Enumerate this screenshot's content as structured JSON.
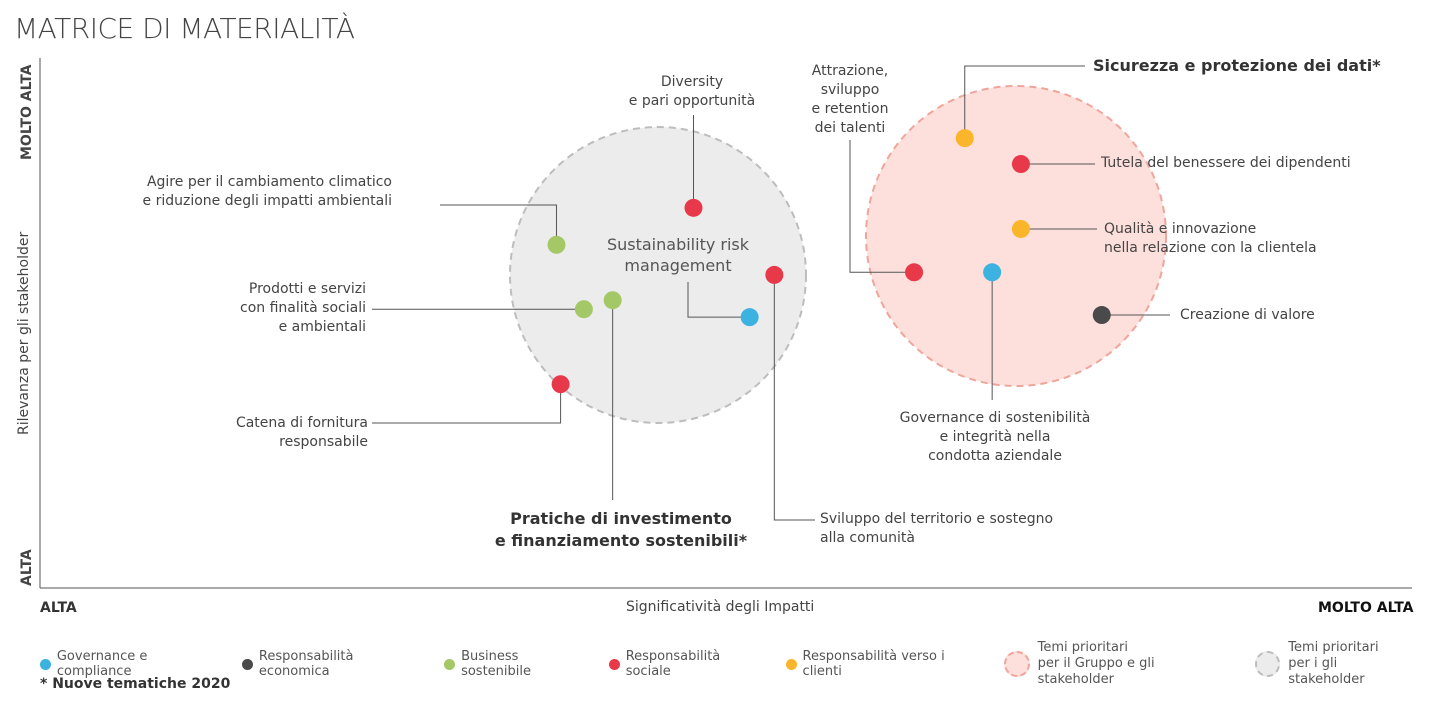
{
  "title": "MATRICE DI MATERIALITÀ",
  "chart_data": {
    "type": "scatter",
    "title": "MATRICE DI MATERIALITÀ",
    "xlabel": "Significatività degli Impatti",
    "ylabel": "Rilevanza per gli stakeholder",
    "x_ticks": [
      "ALTA",
      "MOLTO ALTA"
    ],
    "y_ticks": [
      "ALTA",
      "MOLTO ALTA"
    ],
    "xlim": [
      0,
      100
    ],
    "ylim": [
      0,
      100
    ],
    "grid": false,
    "categories": {
      "governance": {
        "name": "Governance e compliance",
        "color": "#3bb2e0"
      },
      "economica": {
        "name": "Responsabilità economica",
        "color": "#4a4a4a"
      },
      "business": {
        "name": "Business sostenibile",
        "color": "#a5c866"
      },
      "sociale": {
        "name": "Responsabilità sociale",
        "color": "#e8394a"
      },
      "clienti": {
        "name": "Responsabilità verso i clienti",
        "color": "#fbb52b"
      }
    },
    "points": [
      {
        "id": "diversity",
        "label": "Diversity e pari opportunità",
        "category": "sociale",
        "x": 47.7,
        "y": 72.0
      },
      {
        "id": "clima",
        "label": "Agire per il cambiamento climatico e riduzione degli impatti ambientali",
        "category": "business",
        "x": 37.7,
        "y": 65.0
      },
      {
        "id": "territorio",
        "label": "Sviluppo del territorio e sostegno alla comunità",
        "category": "sociale",
        "x": 53.6,
        "y": 59.3
      },
      {
        "id": "investimento",
        "label": "Pratiche di investimento e finanziamento sostenibili*",
        "category": "business",
        "x": 41.8,
        "y": 54.5
      },
      {
        "id": "prodotti",
        "label": "Prodotti e servizi con finalità sociali e ambientali",
        "category": "business",
        "x": 39.7,
        "y": 52.8
      },
      {
        "id": "risk",
        "label": "Sustainability risk management",
        "category": "governance",
        "x": 51.8,
        "y": 51.3
      },
      {
        "id": "catena",
        "label": "Catena di fornitura responsabile",
        "category": "sociale",
        "x": 38.0,
        "y": 38.6
      },
      {
        "id": "sicurezza",
        "label": "Sicurezza e protezione dei dati*",
        "category": "clienti",
        "x": 67.5,
        "y": 85.2
      },
      {
        "id": "tutela",
        "label": "Tutela del benessere dei dipendenti",
        "category": "sociale",
        "x": 71.6,
        "y": 80.3
      },
      {
        "id": "qualita",
        "label": "Qualità e innovazione nella relazione con la clientela",
        "category": "clienti",
        "x": 71.6,
        "y": 68.0
      },
      {
        "id": "attrazione",
        "label": "Attrazione, sviluppo e retention dei talenti",
        "category": "sociale",
        "x": 63.8,
        "y": 59.8
      },
      {
        "id": "governance",
        "label": "Governance di sostenibilità e integrità nella condotta aziendale",
        "category": "governance",
        "x": 69.5,
        "y": 59.8
      },
      {
        "id": "creazione",
        "label": "Creazione di valore",
        "category": "economica",
        "x": 77.5,
        "y": 51.7
      }
    ],
    "regions": [
      {
        "name": "Temi prioritari per il Gruppo e gli stakeholder",
        "fill": "#fde0dc",
        "stroke": "#f0a59c"
      },
      {
        "name": "Temi prioritari per i gli stakeholder",
        "fill": "#ececec",
        "stroke": "#bdbdbd"
      }
    ],
    "legend_position": "bottom"
  },
  "labels": {
    "diversity": [
      "Diversity",
      "e pari opportunità"
    ],
    "clima": [
      "Agire per il cambiamento climatico",
      "e riduzione degli impatti ambientali"
    ],
    "risk": [
      "Sustainability risk",
      "management"
    ],
    "prodotti": [
      "Prodotti e servizi",
      "con finalità sociali",
      "e ambientali"
    ],
    "catena": [
      "Catena di fornitura",
      "responsabile"
    ],
    "investimento": [
      "Pratiche di investimento",
      "e finanziamento sostenibili*"
    ],
    "territorio": [
      "Sviluppo del territorio e sostegno",
      "alla comunità"
    ],
    "attrazione": [
      "Attrazione,",
      "sviluppo",
      "e retention",
      "dei talenti"
    ],
    "sicurezza": "Sicurezza e protezione dei dati*",
    "tutela": "Tutela del benessere dei dipendenti",
    "qualita": [
      "Qualità e innovazione",
      "nella relazione con la clientela"
    ],
    "creazione": "Creazione di valore",
    "governance": [
      "Governance di sostenibilità",
      "e integrità nella",
      "condotta aziendale"
    ]
  },
  "legend": {
    "items": [
      "Governance e compliance",
      "Responsabilità economica",
      "Business sostenibile",
      "Responsabilità sociale",
      "Responsabilità verso i clienti"
    ],
    "region1": [
      "Temi prioritari",
      "per il Gruppo e gli stakeholder"
    ],
    "region2": [
      "Temi prioritari",
      "per i gli stakeholder"
    ]
  },
  "footnote": "* Nuove tematiche 2020"
}
